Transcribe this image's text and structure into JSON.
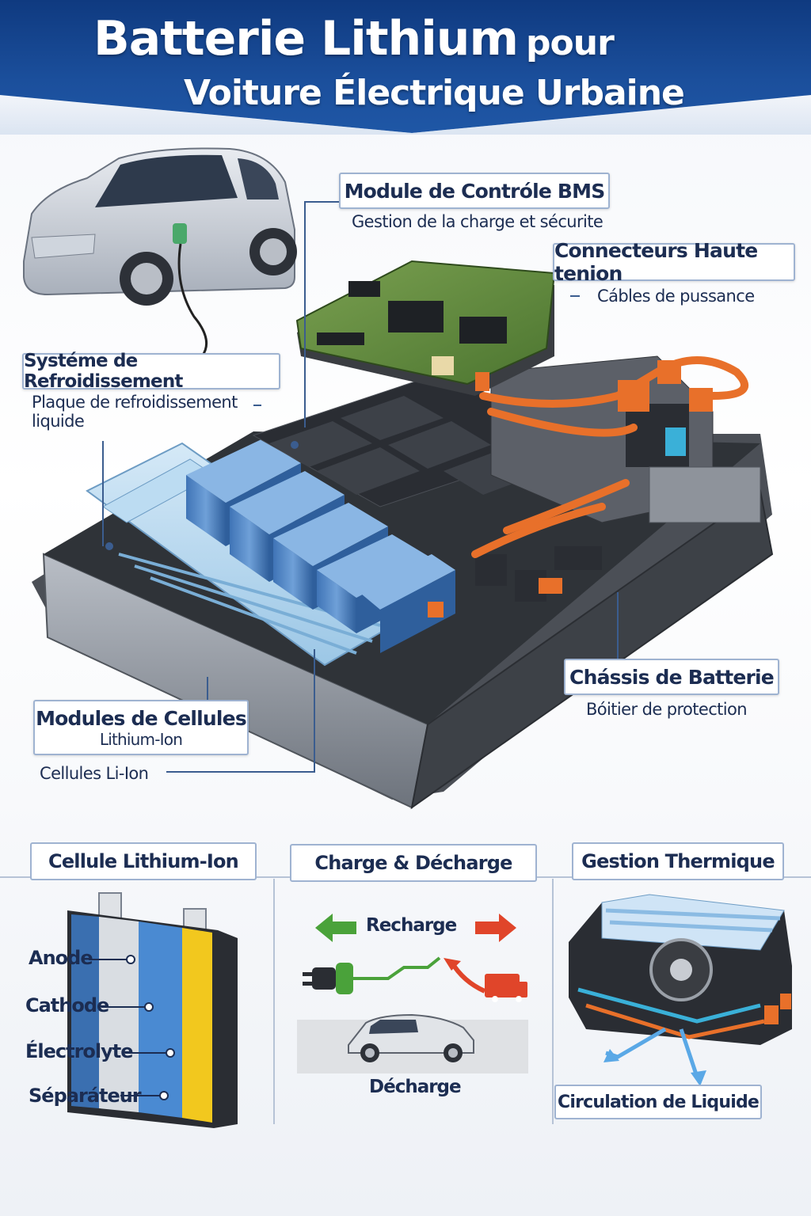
{
  "header": {
    "title_main": "Batterie Lithium",
    "title_pour": "pour",
    "title_sub": "Voiture Électrique Urbaine"
  },
  "callouts": {
    "bms": {
      "title": "Module de Contróle BMS",
      "sub": "Gestion de la charge et sécurite"
    },
    "connectors": {
      "title": "Connecteurs Haute tenion",
      "sub": "Cábles de pussance"
    },
    "cooling": {
      "title": "Systéme de Refroidissement",
      "sub_line1": "Plaque de refroidissement",
      "sub_line2": "liquide"
    },
    "modules": {
      "title": "Modules de Cellules",
      "title_line2": "Lithium-Ion",
      "sub": "Cellules Li-Ion"
    },
    "chassis": {
      "title": "Chássis de Batterie",
      "sub": "Bóitier de protection"
    }
  },
  "panels": {
    "cell": {
      "title": "Cellule Lithium-Ion",
      "layers": [
        "Anode",
        "Cathode",
        "Électrolyte",
        "Séparáteur"
      ]
    },
    "charge": {
      "title": "Charge & Décharge",
      "recharge": "Recharge",
      "decharge": "Décharge"
    },
    "thermal": {
      "title": "Gestion Thermique",
      "sub": "Circulation de Liquide"
    }
  },
  "colors": {
    "header_blue": "#1b4f9c",
    "label_border": "#9fb3d1",
    "text_navy": "#1c2d52",
    "cell_blue": "#4a86c8",
    "cable_orange": "#e8702a",
    "pcb_green": "#5e8a3a",
    "arrow_green": "#4aa23a",
    "arrow_red": "#e0452a"
  }
}
